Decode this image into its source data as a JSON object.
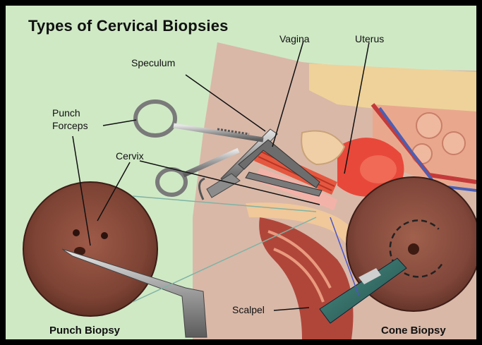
{
  "title": "Types of Cervical Biopsies",
  "labels": {
    "vagina": "Vagina",
    "uterus": "Uterus",
    "speculum": "Speculum",
    "punch_forceps_line1": "Punch",
    "punch_forceps_line2": "Forceps",
    "cervix": "Cervix",
    "scalpel": "Scalpel"
  },
  "captions": {
    "punch_biopsy": "Punch Biopsy",
    "cone_biopsy": "Cone Biopsy"
  },
  "colors": {
    "background": "#cfe9c5",
    "frame": "#000000",
    "tissue_skin": "#d9b9a8",
    "uterus_red": "#e8483a",
    "cervix_tissue": "#8a4a3a"
  }
}
